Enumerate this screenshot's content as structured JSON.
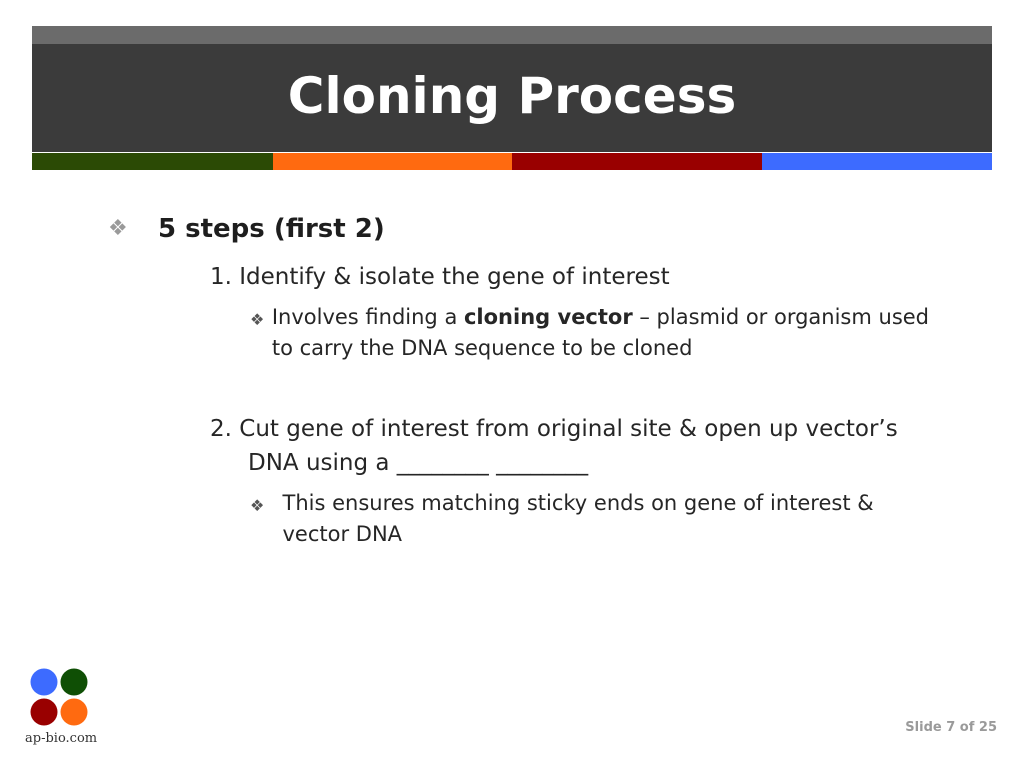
{
  "slide": {
    "title": "Cloning Process",
    "colors": {
      "title_bar": "#3b3b3b",
      "title_band_top": "#6b6b6b",
      "stripe": [
        "#2b4a05",
        "#ff6a10",
        "#990000",
        "#3d6bff"
      ]
    },
    "level1_icon": "four-diamond-bullet-icon",
    "level1_text": "5 steps  (first 2)",
    "steps": [
      {
        "number": "1.",
        "text": "Identify & isolate the gene of interest",
        "sub_icon": "four-diamond-bullet-icon",
        "sub_before": "Involves finding a ",
        "sub_bold": "cloning vector",
        "sub_after": " – plasmid or organism used to carry the DNA sequence to be cloned"
      },
      {
        "number": "2.",
        "text_line1": "Cut gene of interest from original site & open up vector’s",
        "text_line2": "DNA using a ________  ________",
        "sub_icon": "four-diamond-bullet-icon",
        "sub_text": "This ensures matching sticky ends on gene of interest & vector DNA"
      }
    ]
  },
  "footer": {
    "logo_icon": "four-circle-logo-icon",
    "logo_colors": [
      "#3d6bff",
      "#0f4f05",
      "#990000",
      "#ff6a10"
    ],
    "logo_text": "ap-bio.com",
    "slide_number": "Slide 7 of 25"
  }
}
